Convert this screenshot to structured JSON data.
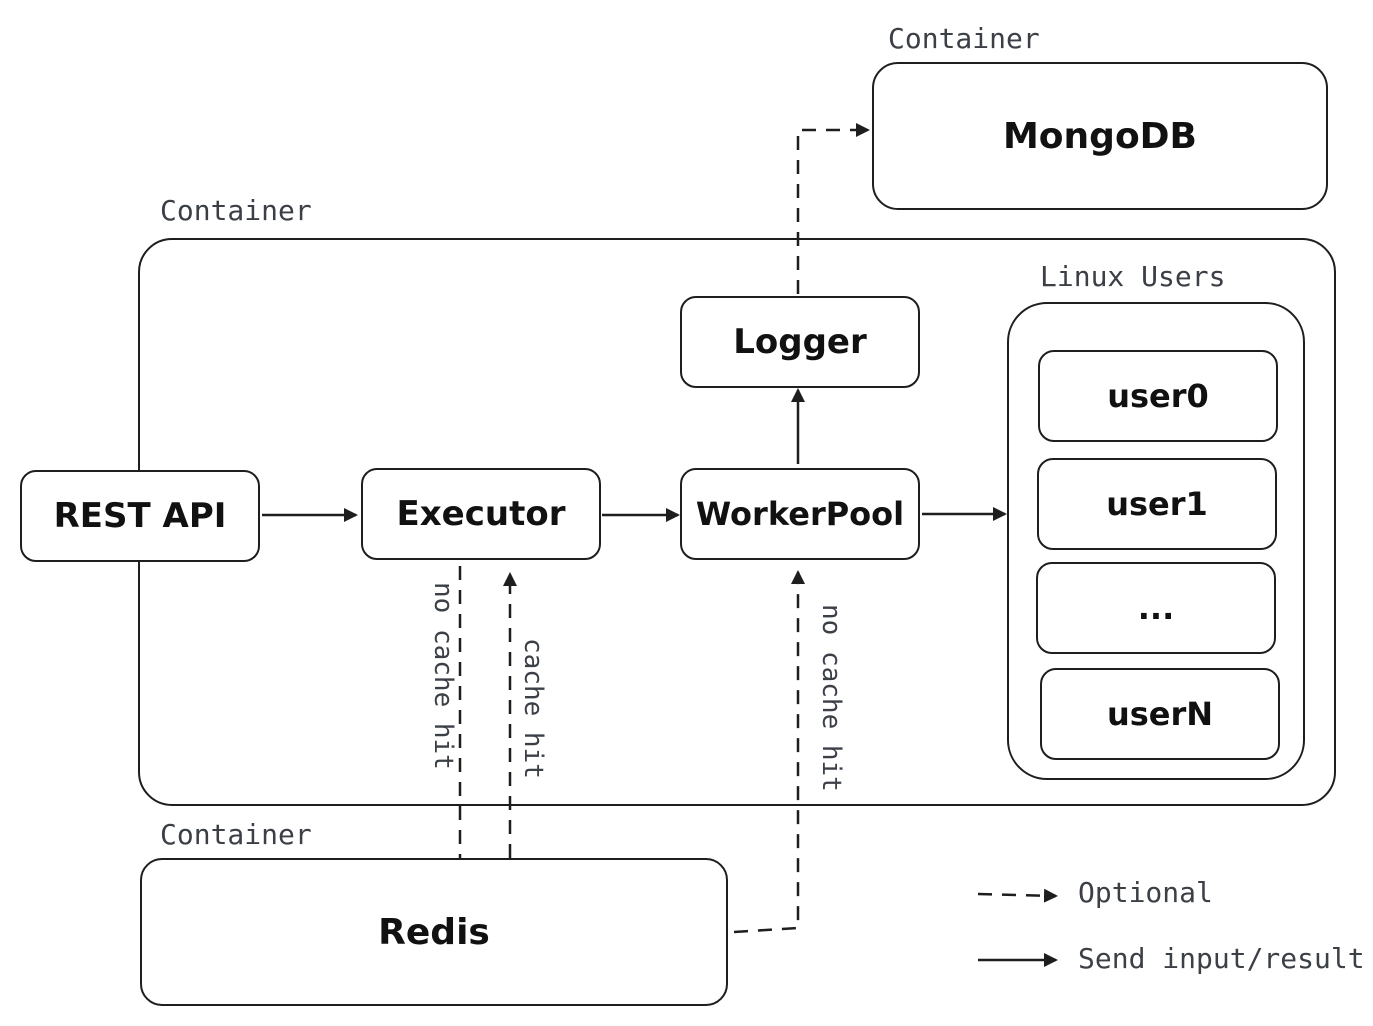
{
  "labels": {
    "mongo_container": "Container",
    "main_container": "Container",
    "redis_container": "Container",
    "linux_users": "Linux Users"
  },
  "nodes": {
    "mongodb": "MongoDB",
    "rest_api": "REST API",
    "executor": "Executor",
    "workerpool": "WorkerPool",
    "logger": "Logger",
    "redis": "Redis",
    "users": [
      "user0",
      "user1",
      "...",
      "userN"
    ]
  },
  "edge_labels": {
    "executor_no_cache_hit": "no cache hit",
    "executor_cache_hit": "cache hit",
    "workerpool_no_cache_hit": "no cache hit"
  },
  "legend": {
    "optional": "Optional",
    "send": "Send input/result"
  },
  "colors": {
    "stroke": "#1e1e1e",
    "label": "#3b3f46"
  }
}
